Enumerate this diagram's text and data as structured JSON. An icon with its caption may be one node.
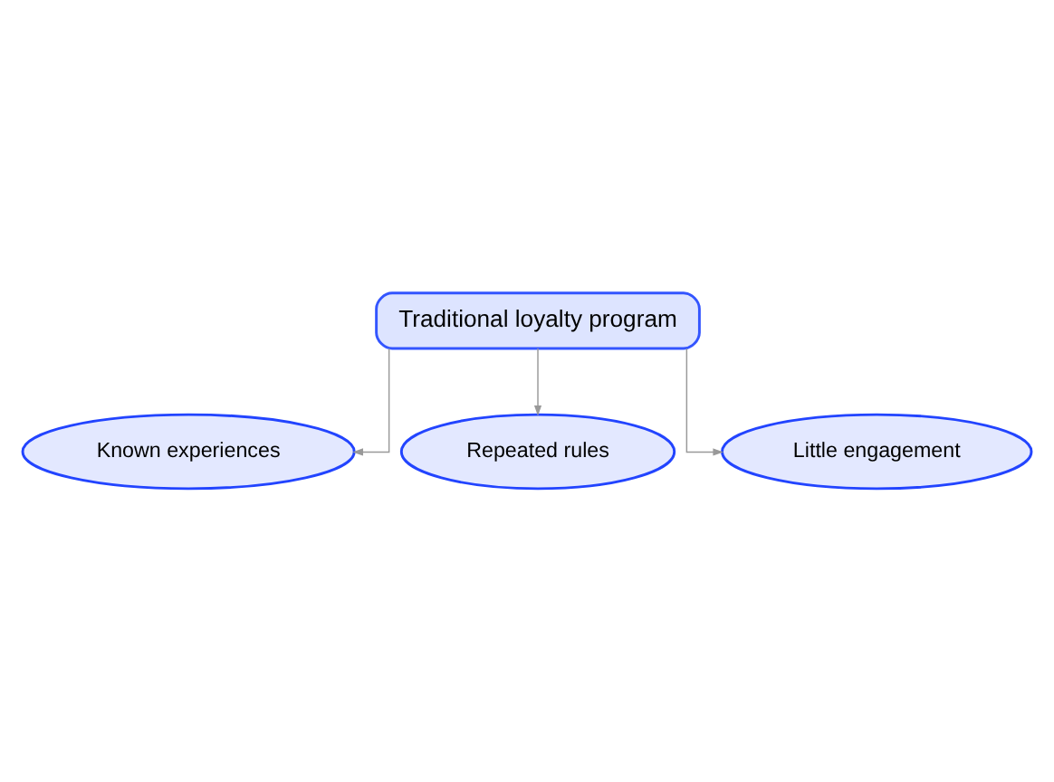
{
  "diagram": {
    "nodes": [
      {
        "text": [
          "Traditional loyalty program"
        ]
      },
      {
        "text": [
          "Known experiences"
        ]
      },
      {
        "text": [
          "Repeated rules"
        ]
      },
      {
        "text": [
          "Little engagement"
        ]
      }
    ],
    "edges": [
      {
        "from": 0,
        "to": 1,
        "arrow": "to"
      },
      {
        "from": 0,
        "to": 2,
        "arrow": "to"
      },
      {
        "from": 0,
        "to": 3,
        "arrow": "to"
      }
    ]
  }
}
